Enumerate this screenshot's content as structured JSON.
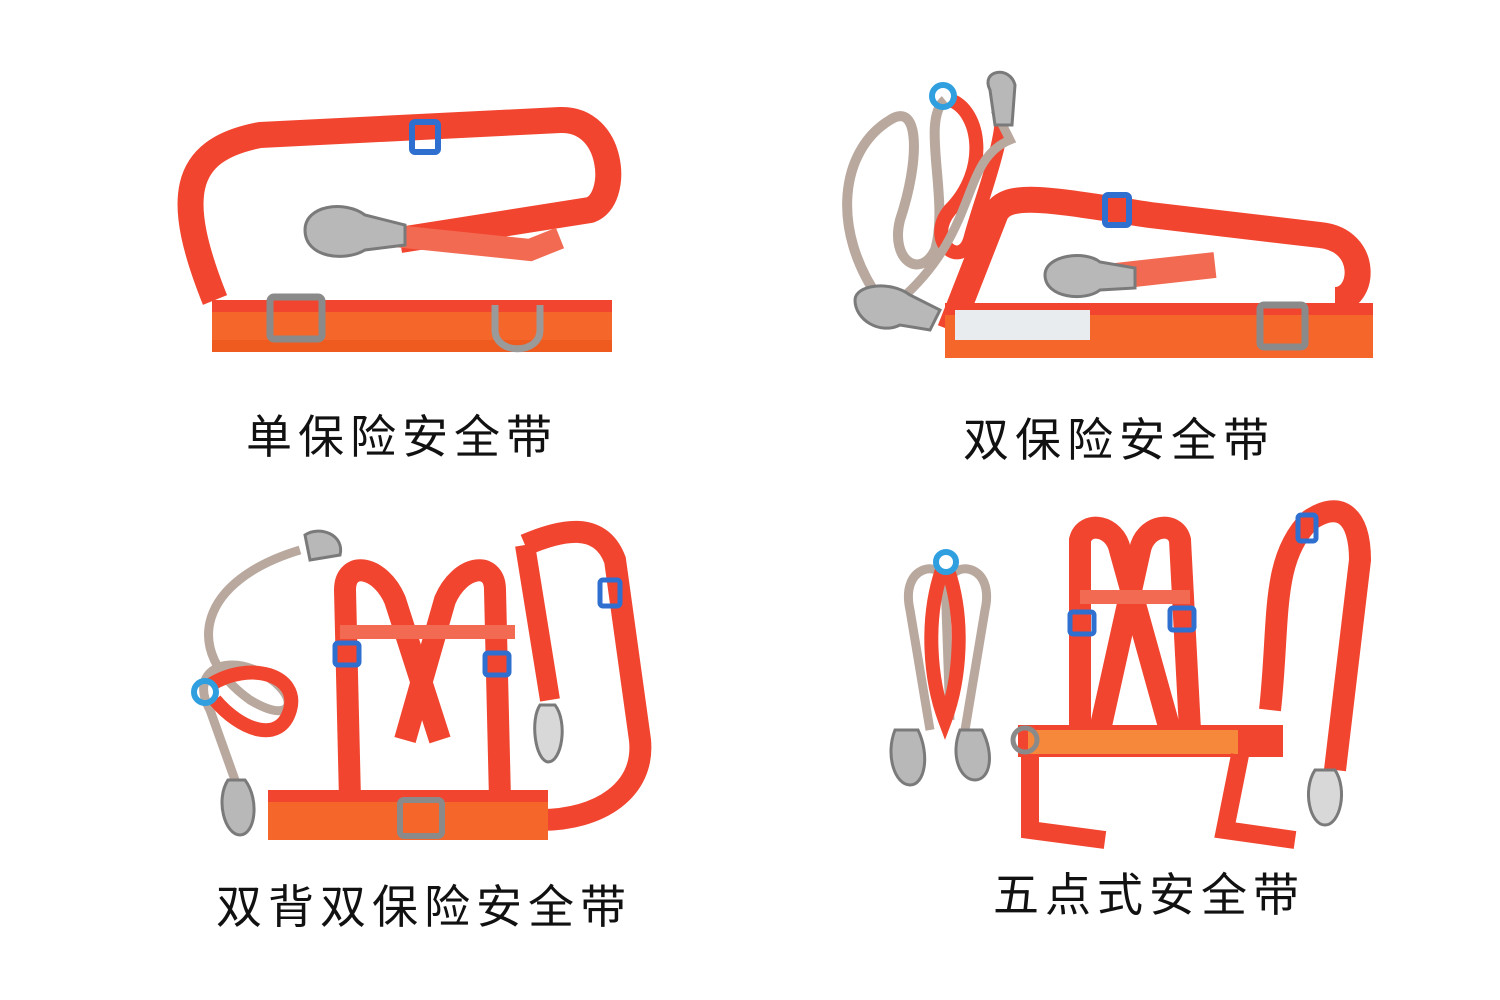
{
  "products": [
    {
      "caption": "单保险安全带",
      "strap_color": "#f2452f",
      "buckle_color": "#2f6fd0",
      "metal_color": "#b8b8b8"
    },
    {
      "caption": "双保险安全带",
      "strap_color": "#f2452f",
      "buckle_color": "#2f6fd0",
      "metal_color": "#b8b8b8"
    },
    {
      "caption": "双背双保险安全带",
      "strap_color": "#f2452f",
      "buckle_color": "#2f6fd0",
      "metal_color": "#b8b8b8"
    },
    {
      "caption": "五点式安全带",
      "strap_color": "#f2452f",
      "buckle_color": "#2f6fd0",
      "metal_color": "#b8b8b8"
    }
  ]
}
